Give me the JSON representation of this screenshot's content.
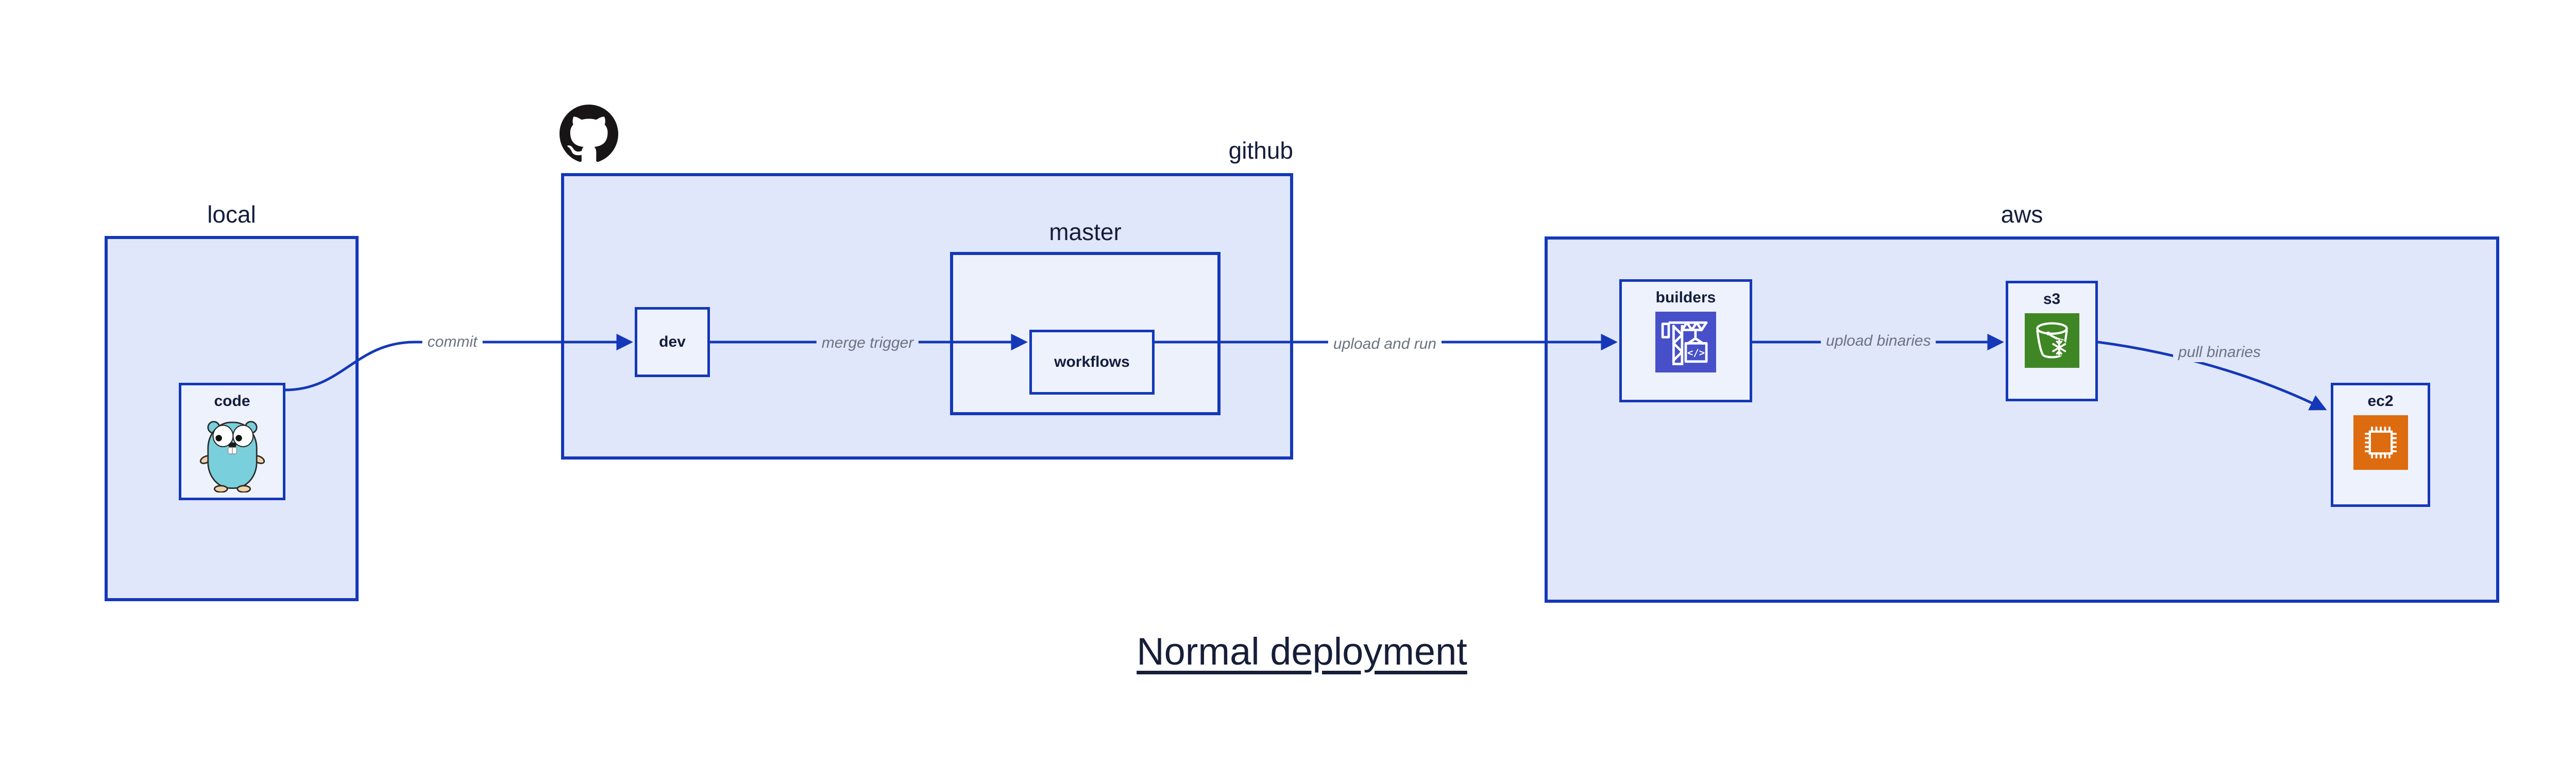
{
  "page": {
    "title": "Normal deployment"
  },
  "colors": {
    "page_bg": "#ffffff",
    "border_blue": "#1438b8",
    "container_fill": "#e1e7fa",
    "inner_fill": "#edf1fc",
    "node_fill": "#eef2fc",
    "edge_gray": "#6b7280",
    "text_navy": "#141d3d",
    "title_color": "#161e38",
    "builders_bg": "#4750c8",
    "s3_bg": "#3f8624",
    "ec2_bg": "#dd6b10",
    "octocat_black": "#171515",
    "gopher_teal": "#79d0dc",
    "gopher_tan": "#f2d1a4"
  },
  "containers": {
    "local": {
      "label": "local"
    },
    "github": {
      "label": "github",
      "icon": "github-octocat-icon"
    },
    "master": {
      "label": "master"
    },
    "aws": {
      "label": "aws"
    }
  },
  "nodes": {
    "code": {
      "label": "code",
      "icon": "go-gopher-icon"
    },
    "dev": {
      "label": "dev"
    },
    "workflows": {
      "label": "workflows"
    },
    "builders": {
      "label": "builders",
      "icon": "codebuild-crane-icon"
    },
    "s3": {
      "label": "s3",
      "icon": "s3-bucket-icon"
    },
    "ec2": {
      "label": "ec2",
      "icon": "ec2-chip-icon"
    }
  },
  "edges": [
    {
      "from": "code",
      "to": "dev",
      "label": "commit"
    },
    {
      "from": "dev",
      "to": "workflows",
      "label": "merge trigger"
    },
    {
      "from": "workflows",
      "to": "builders",
      "label": "upload and run"
    },
    {
      "from": "builders",
      "to": "s3",
      "label": "upload binaries"
    },
    {
      "from": "s3",
      "to": "ec2",
      "label": "pull binaries"
    }
  ]
}
